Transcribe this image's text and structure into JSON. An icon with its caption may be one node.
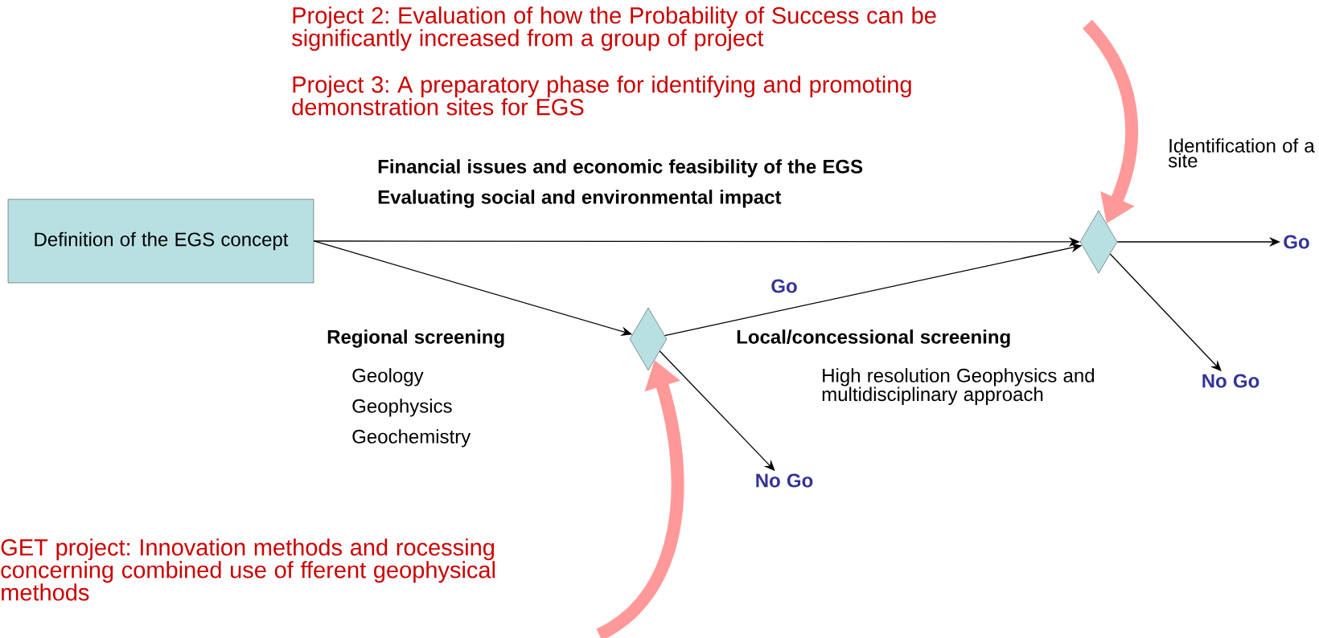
{
  "diagram": {
    "nodes": [
      {
        "text": [
          "Definition of the EGS concept"
        ]
      },
      {
        "text": [],
        "shape": "diamond"
      },
      {
        "text": [],
        "shape": "diamond"
      },
      {
        "text": [
          "Go"
        ]
      },
      {
        "text": [
          "No Go"
        ]
      },
      {
        "text": [
          "No Go"
        ]
      }
    ],
    "edges": [
      {
        "from": 0,
        "to": 2,
        "arrow": "to"
      },
      {
        "from": 0,
        "to": 1,
        "arrow": "to"
      },
      {
        "from": 1,
        "to": 2,
        "arrow": "to",
        "label": "Go"
      },
      {
        "from": 1,
        "to": 4,
        "arrow": "to"
      },
      {
        "from": 2,
        "to": 3,
        "arrow": "to"
      },
      {
        "from": 2,
        "to": 5,
        "arrow": "to"
      },
      {
        "from": null,
        "to": 2,
        "arrow": "to",
        "style": "thick",
        "color": "#ff9999"
      },
      {
        "from": null,
        "to": 1,
        "arrow": "to",
        "style": "thick",
        "color": "#ff9999"
      }
    ],
    "labels": [
      "Project 2: Evaluation of how the Probability of Success can be significantly increased from a group of project",
      "Project 3: A preparatory phase for identifying and promoting demonstration sites for EGS",
      "Identification of a site",
      "Financial issues and economic feasibility of the EGS",
      "Evaluating social and environmental impact",
      "Regional screening",
      "Geology",
      "Geophysics",
      "Geochemistry",
      "Local/concessional screening",
      "High resolution Geophysics and multidisciplinary approach",
      "GET project: Innovation methods and rocessing concerning combined use of fferent geophysical methods"
    ]
  }
}
